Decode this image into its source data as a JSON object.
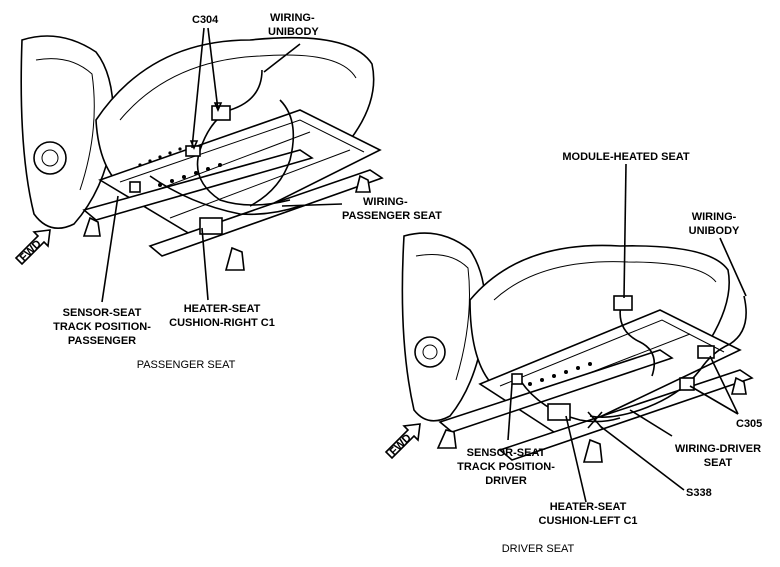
{
  "passenger": {
    "caption": "PASSENGER SEAT",
    "c304": "C304",
    "wiring_unibody_l1": "WIRING-",
    "wiring_unibody_l2": "UNIBODY",
    "wiring_pass_l1": "WIRING-",
    "wiring_pass_l2": "PASSENGER SEAT",
    "sensor_l1": "SENSOR-SEAT",
    "sensor_l2": "TRACK POSITION-",
    "sensor_l3": "PASSENGER",
    "heater_l1": "HEATER-SEAT",
    "heater_l2": "CUSHION-RIGHT C1",
    "fwd": "FWD"
  },
  "driver": {
    "caption": "DRIVER SEAT",
    "module": "MODULE-HEATED SEAT",
    "wiring_unibody_l1": "WIRING-",
    "wiring_unibody_l2": "UNIBODY",
    "c305": "C305",
    "wiring_drv_l1": "WIRING-DRIVER",
    "wiring_drv_l2": "SEAT",
    "s338": "S338",
    "sensor_l1": "SENSOR-SEAT",
    "sensor_l2": "TRACK POSITION-",
    "sensor_l3": "DRIVER",
    "heater_l1": "HEATER-SEAT",
    "heater_l2": "CUSHION-LEFT C1",
    "fwd": "FWD"
  }
}
